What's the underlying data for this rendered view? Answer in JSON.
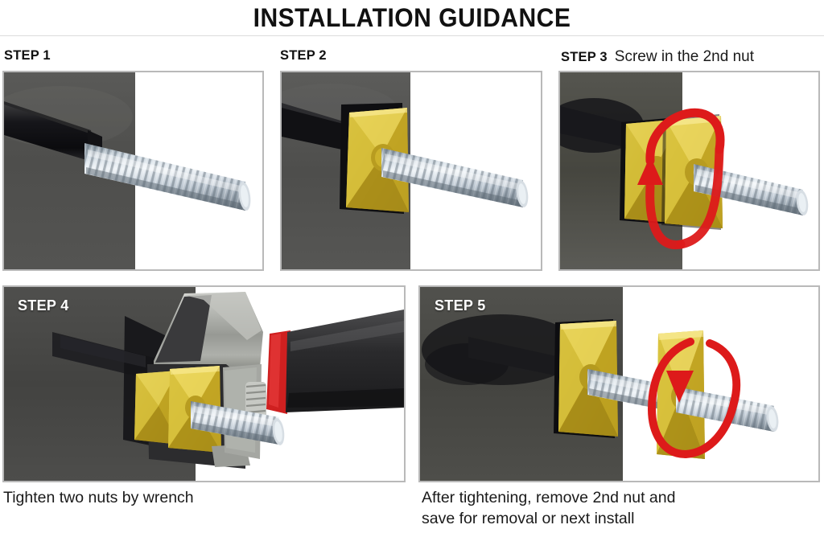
{
  "header": {
    "title": "INSTALLATION GUIDANCE"
  },
  "steps": [
    {
      "label": "STEP 1",
      "caption": "",
      "badge_inside": false,
      "photo": {
        "alt": "Threaded rod protruding through dark grey panel into white background",
        "has_nut": 0,
        "has_wrench": false,
        "arrow": "none"
      }
    },
    {
      "label": "STEP 2",
      "caption": "",
      "badge_inside": false,
      "photo": {
        "alt": "First gold square flange nut seated against the dark panel on the threaded rod",
        "has_nut": 1,
        "has_wrench": false,
        "arrow": "none"
      }
    },
    {
      "label": "STEP 3",
      "caption": "Screw in the 2nd nut",
      "badge_inside": false,
      "photo": {
        "alt": "Second gold square nut being screwed on, red circular arrow showing rotation",
        "has_nut": 2,
        "has_wrench": false,
        "arrow": "up"
      }
    },
    {
      "label": "STEP 4",
      "caption": "Tighten two nuts by wrench",
      "badge_inside": true,
      "photo": {
        "alt": "Adjustable wrench with red and black handle gripping the two gold nuts",
        "has_nut": 2,
        "has_wrench": true,
        "arrow": "none"
      }
    },
    {
      "label": "STEP 5",
      "caption": "After tightening, remove 2nd nut and\nsave for removal or next install",
      "badge_inside": true,
      "photo": {
        "alt": "Second gold nut backed off along the rod, red circular arrow showing removal rotation",
        "has_nut": 2,
        "has_wrench": false,
        "arrow": "down"
      }
    }
  ],
  "colors": {
    "arrow_red": "#dd1a1a",
    "nut_gold": "#d4b425",
    "rod_steel": "#b9c4ce",
    "wall_dark": "#4a4a4a",
    "panel_border": "#b9b9b9",
    "text_dark": "#1a1a1a"
  }
}
